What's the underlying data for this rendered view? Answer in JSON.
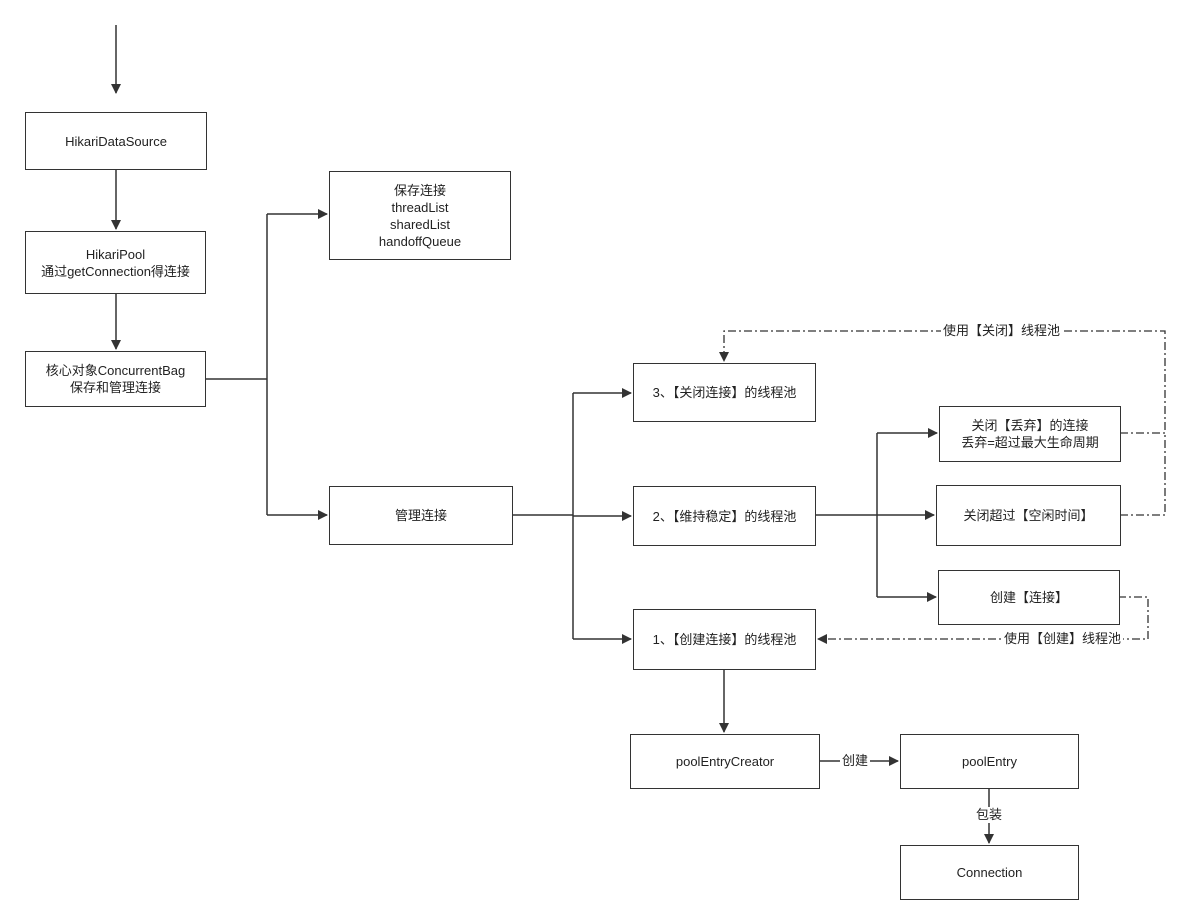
{
  "nodes": {
    "datasource": {
      "lines": [
        "HikariDataSource"
      ]
    },
    "pool": {
      "lines": [
        "HikariPool",
        "通过getConnection得连接"
      ]
    },
    "bag": {
      "lines": [
        "核心对象ConcurrentBag",
        "保存和管理连接"
      ]
    },
    "save": {
      "lines": [
        "保存连接",
        "threadList",
        "sharedList",
        "handoffQueue"
      ]
    },
    "manage": {
      "lines": [
        "管理连接"
      ]
    },
    "close_pool": {
      "lines": [
        "3、【关闭连接】的线程池"
      ]
    },
    "keep_pool": {
      "lines": [
        "2、【维持稳定】的线程池"
      ]
    },
    "create_pool": {
      "lines": [
        "1、【创建连接】的线程池"
      ]
    },
    "close_discard": {
      "lines": [
        "关闭【丢弃】的连接",
        "丢弃=超过最大生命周期"
      ]
    },
    "close_idle": {
      "lines": [
        "关闭超过【空闲时间】"
      ]
    },
    "create_conn": {
      "lines": [
        "创建【连接】"
      ]
    },
    "creator": {
      "lines": [
        "poolEntryCreator"
      ]
    },
    "entry": {
      "lines": [
        "poolEntry"
      ]
    },
    "connection": {
      "lines": [
        "Connection"
      ]
    }
  },
  "edge_labels": {
    "use_close": "使用【关闭】线程池",
    "use_create": "使用【创建】线程池",
    "create": "创建",
    "wrap": "包装"
  }
}
